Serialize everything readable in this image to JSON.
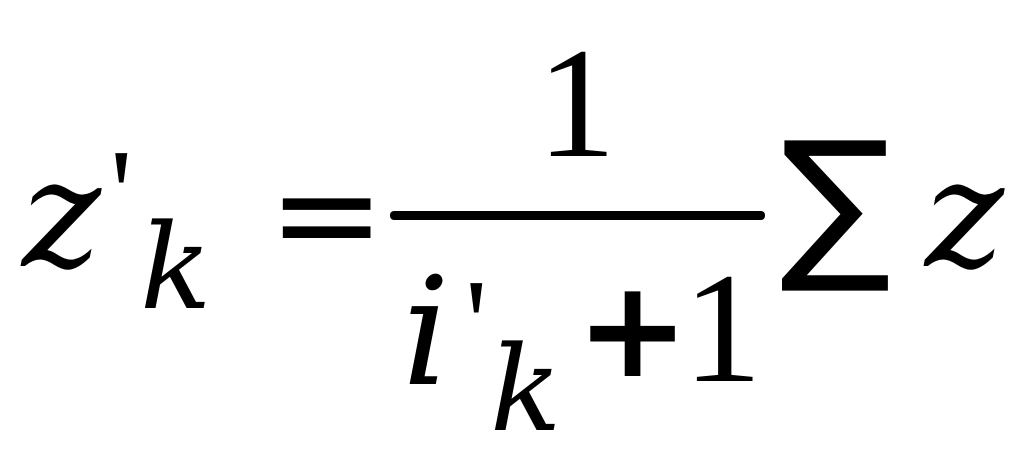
{
  "formula": {
    "lhs": {
      "base": "z",
      "prime": "'",
      "subscript": "k"
    },
    "equals": "=",
    "fraction": {
      "numerator": "1",
      "denominator": {
        "base": "i",
        "prime": "'",
        "subscript": "k",
        "plus": "+",
        "one": "1"
      }
    },
    "sum_symbol": "∑",
    "summand": "z"
  }
}
